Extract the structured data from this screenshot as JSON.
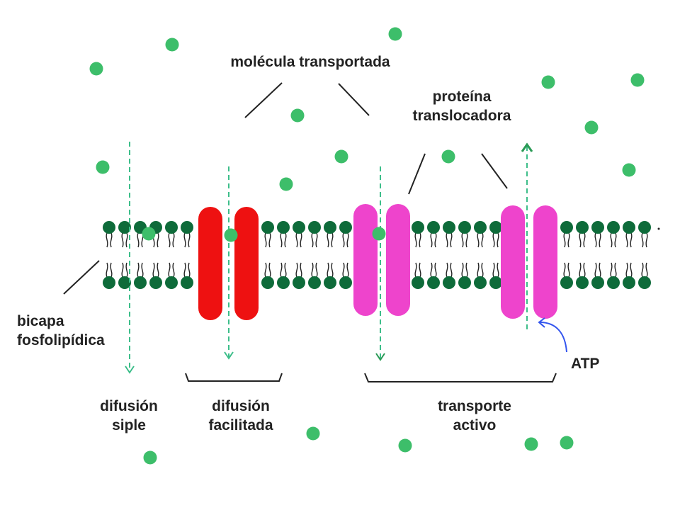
{
  "labels": {
    "transported_molecule": "molécula transportada",
    "translocator_line1": "proteína",
    "translocator_line2": "translocadora",
    "bilayer_line1": "bicapa",
    "bilayer_line2": "fosfolipídica",
    "atp": "ATP",
    "simple_diffusion_line1": "difusión",
    "simple_diffusion_line2": "siple",
    "facilitated_diffusion_line1": "difusión",
    "facilitated_diffusion_line2": "facilitada",
    "active_transport_line1": "transporte",
    "active_transport_line2": "activo"
  },
  "colors": {
    "molecule": "#3dbe6a",
    "lipid_head": "#0e6b3a",
    "channel_protein": "#ee1111",
    "carrier_protein": "#ee44cc",
    "arrow": "#3dbe8a",
    "atp_arrow": "#3355ee",
    "text": "#222222"
  }
}
